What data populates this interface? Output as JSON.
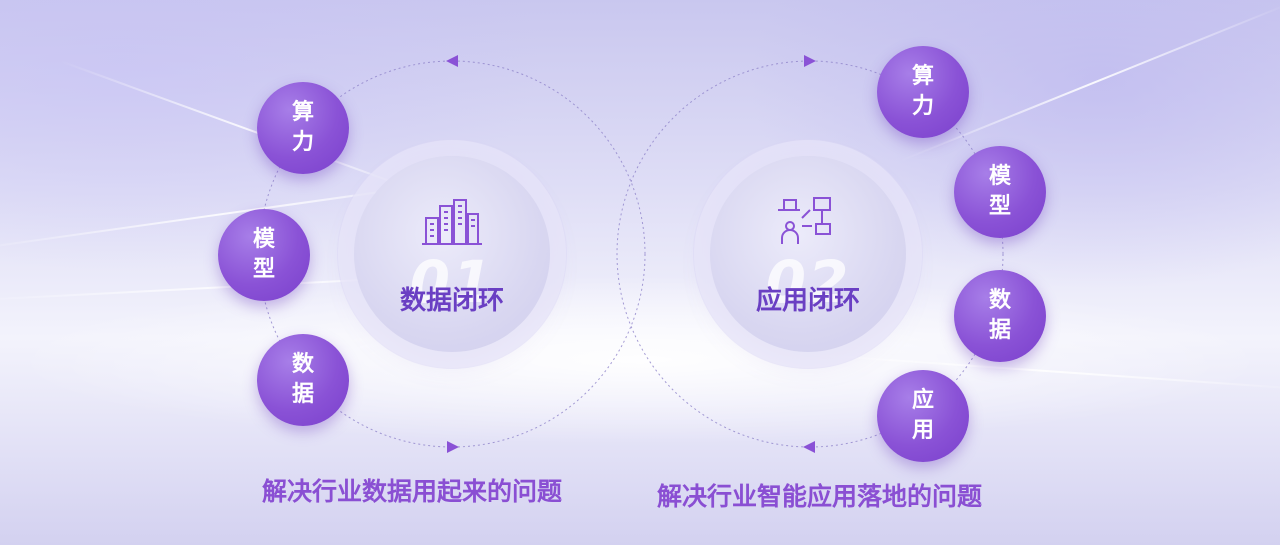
{
  "colors": {
    "accent": "#8a52d6",
    "label": "#6a3fc3",
    "caption": "#8a4fd3"
  },
  "left_loop": {
    "number": "01",
    "label": "数据闭环",
    "icon": "city-buildings-icon",
    "nodes": [
      {
        "char1": "算",
        "char2": "力"
      },
      {
        "char1": "模",
        "char2": "型"
      },
      {
        "char1": "数",
        "char2": "据"
      }
    ],
    "caption": "解决行业数据用起来的问题"
  },
  "right_loop": {
    "number": "02",
    "label": "应用闭环",
    "icon": "network-application-icon",
    "nodes": [
      {
        "char1": "算",
        "char2": "力"
      },
      {
        "char1": "模",
        "char2": "型"
      },
      {
        "char1": "数",
        "char2": "据"
      },
      {
        "char1": "应",
        "char2": "用"
      }
    ],
    "caption": "解决行业智能应用落地的问题"
  }
}
